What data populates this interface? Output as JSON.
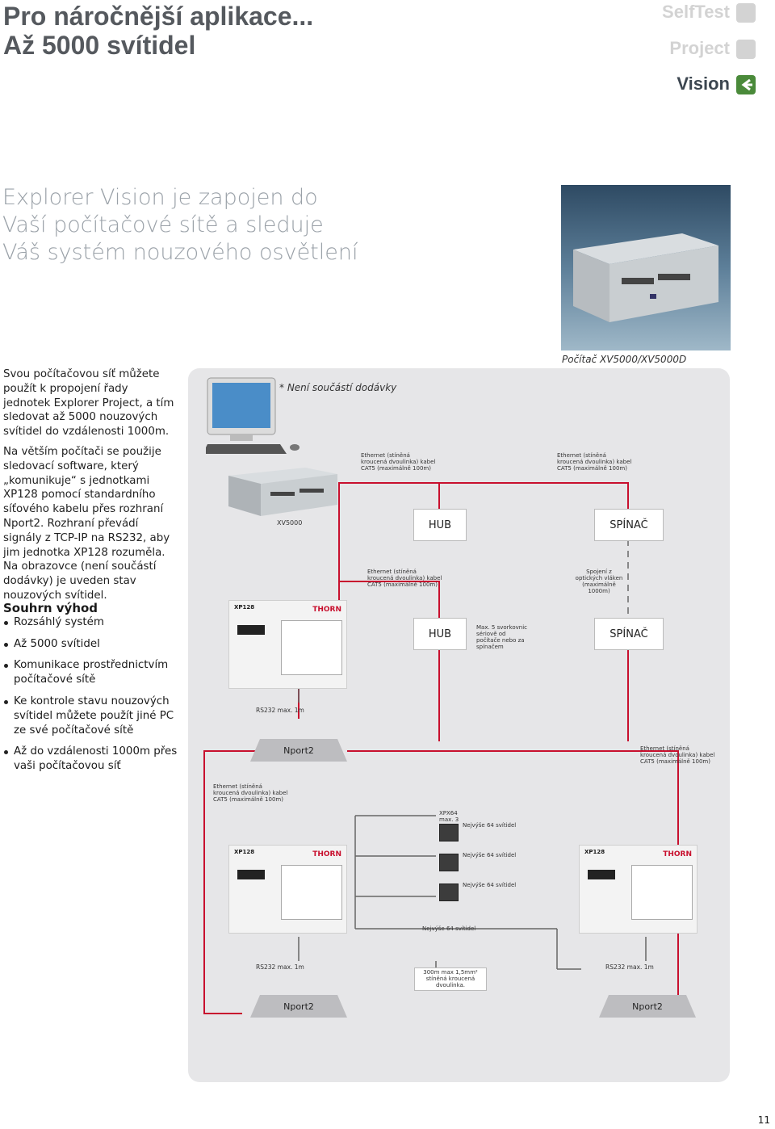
{
  "header": {
    "title_line1": "Pro náročnější aplikace...",
    "title_line2": "Až 5000 svítidel"
  },
  "nav": {
    "items": [
      {
        "label": "SelfTest",
        "color": "#d3d3d3"
      },
      {
        "label": "Project",
        "color": "#d3d3d3"
      },
      {
        "label": "Vision",
        "color": "#4a8a3a"
      }
    ],
    "active_icon": "arrow-icon"
  },
  "subtitle": "Explorer Vision je zapojen do Vaší počítačové sítě a sleduje Váš systém nouzového osvětlení",
  "paragraphs": [
    "Svou počítačovou síť můžete použít k propojení řady jednotek Explorer Project, a tím sledovat až 5000 nouzových svítidel do vzdálenosti 1000m.",
    "Na větším počítači se použije sledovací software, který „komunikuje“ s jednotkami XP128 pomocí standardního síťového kabelu přes rozhraní Nport2. Rozhraní převádí signály z TCP-IP na RS232, aby jim jednotka XP128 rozuměla. Na obrazovce (není součástí dodávky) je uveden stav nouzových svítidel."
  ],
  "summary": {
    "title": "Souhrn výhod",
    "items": [
      "Rozsáhlý systém",
      "Až 5000 svítidel",
      "Komunikace prostřednictvím počítačové sítě",
      "Ke kontrole stavu nouzových svítidel můžete použít jiné PC ze své počítačové sítě",
      "Až do vzdálenosti 1000m přes vaši počítačovou síť"
    ]
  },
  "diagram": {
    "pc_caption": "Počítač XV5000/XV5000D",
    "not_included": "* Není součástí dodávky",
    "xv5000": "XV5000",
    "eth_a": "Ethernet (stíněná kroucená dvoulinka) kabel CAT5 (maximálně 100m)",
    "eth_b": "Ethernet (stíněná kroucená dvoulinka) kabel CAT5 (maximálně 100m)",
    "eth_c": "Ethernet (stíněná kroucená dvoulinka) kabel CAT5 (maximálně 100m)",
    "eth_d": "Ethernet (stíněná kroucená dvoulinka) kabel CAT5 (maximálně 100m)",
    "eth_e": "Ethernet (stíněná kroucená dvoulinka) kabel CAT5 (maximálně 100m)",
    "hub": "HUB",
    "switch": "SPÍNAČ",
    "fiber": "Spojení z optických vláken (maximálně 1000m)",
    "max_switch": "Max. 5 svorkovnic sériově od počítače nebo za spínačem",
    "rs232": "RS232 max. 1m",
    "nport": "Nport2",
    "xpx64": "XPX64 max. 3",
    "max64": "Nejvýše 64 svítidel",
    "cable300": "300m max 1,5mm² stíněná kroucená dvoulinka.",
    "device_brand": "THORN",
    "device_model": "XP128"
  },
  "page_number": "11"
}
